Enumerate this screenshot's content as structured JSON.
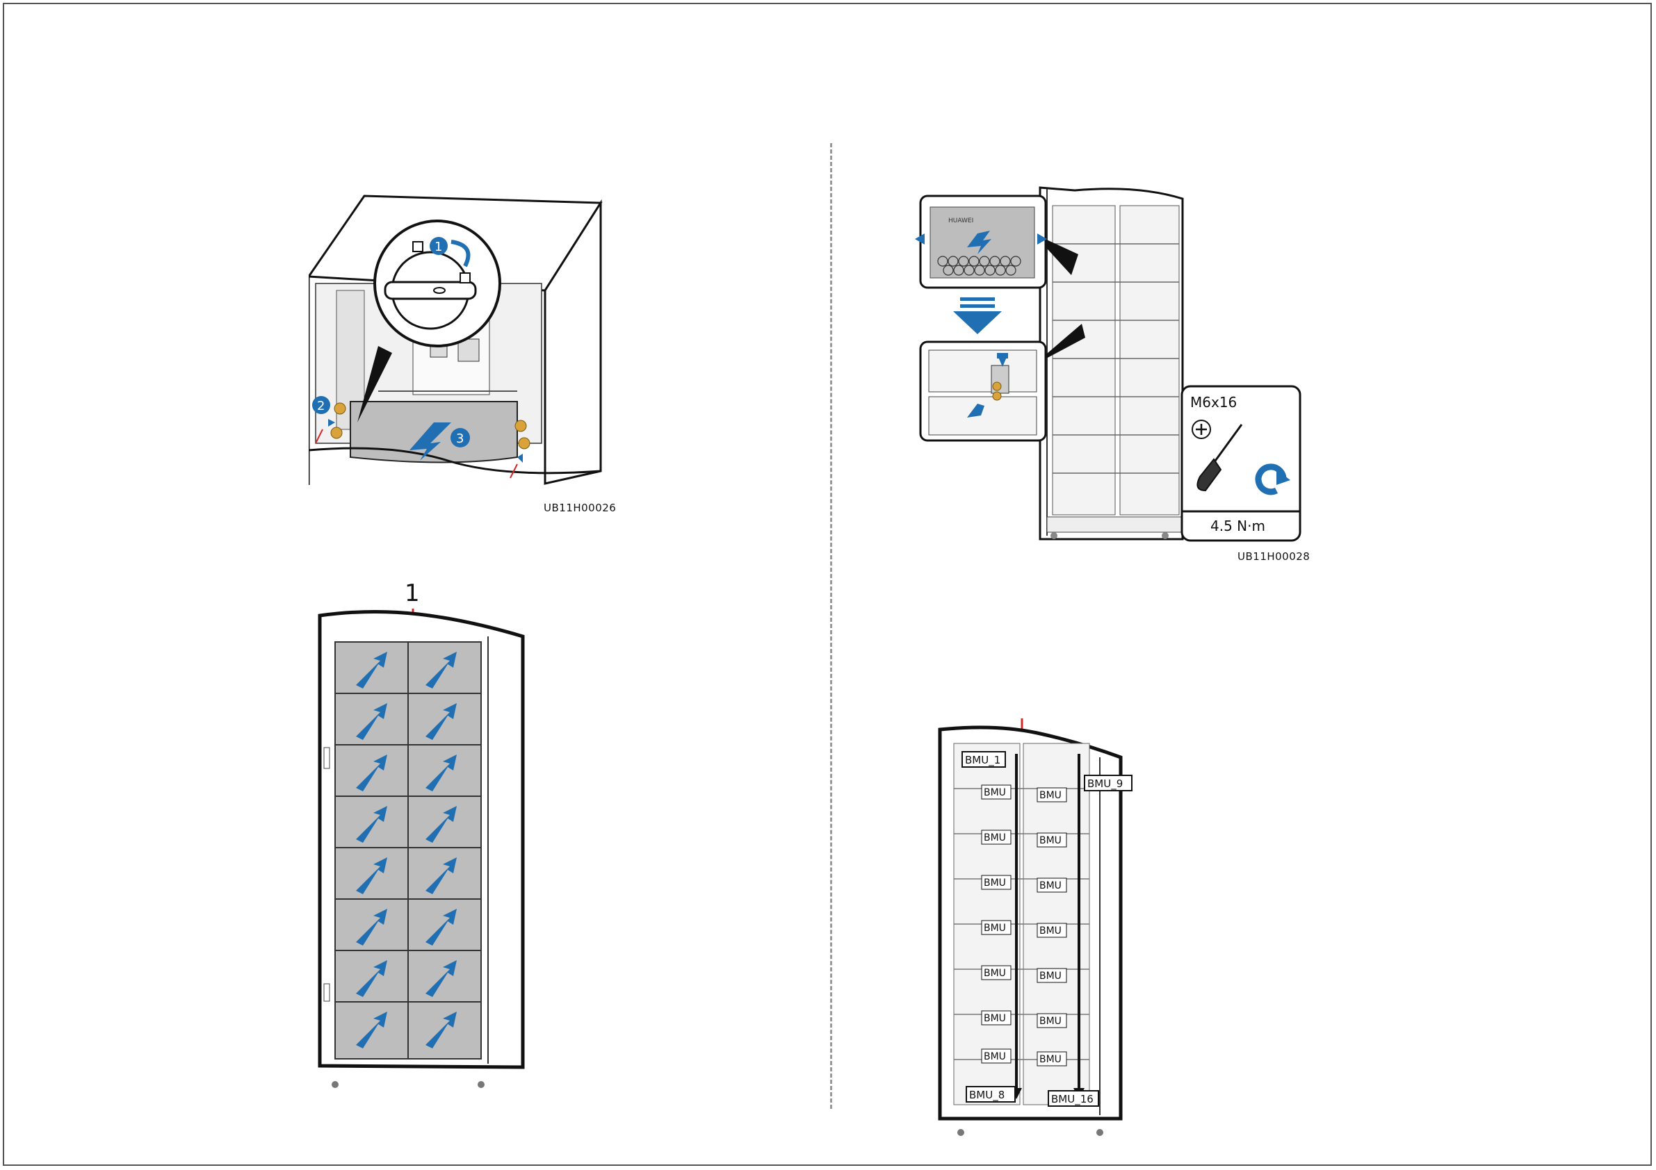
{
  "figures": {
    "remove_panel": {
      "code": "UB11H00026",
      "steps": [
        "1",
        "2",
        "3"
      ]
    },
    "install_module": {
      "code": "UB11H00028",
      "screw": "M6x16",
      "torque": "4.5 N·m",
      "brand": "HUAWEI"
    },
    "cabinet_front": {
      "callout": "1"
    },
    "bmu_addressing": {
      "labels": [
        "BMU_1",
        "BMU_9",
        "BMU_8",
        "BMU_16"
      ],
      "short_label": "BMU"
    }
  },
  "colors": {
    "accent": "#1f6fb2",
    "panel_gray": "#bdbdbd",
    "line": "#111111",
    "marker": "#d62828"
  }
}
